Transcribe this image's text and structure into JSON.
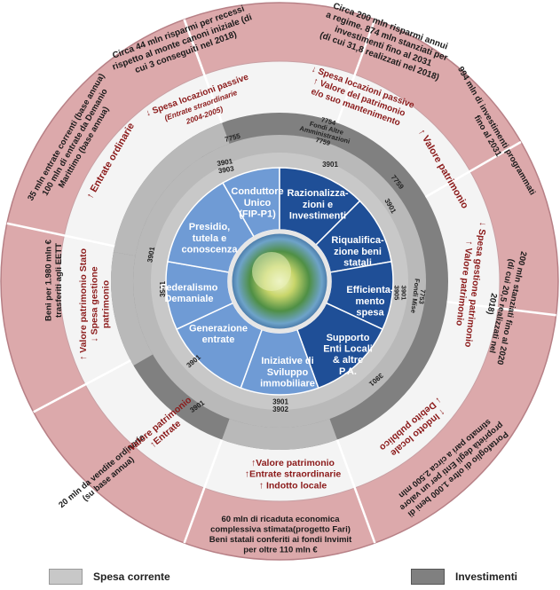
{
  "colors": {
    "outer_ring": "#dca9ab",
    "outer_ring_stroke": "#b78086",
    "white_ring": "#f4f4f4",
    "dark_ring": "#808080",
    "light_ring": "#b9b9b9",
    "light_inner_ring": "#c8c8c8",
    "blue_dark": "#1f4f97",
    "blue_light": "#6f9bd5",
    "red_text": "#8b1a1a"
  },
  "outer_texts": [
    {
      "lines": [
        "Circa 44 mln risparmi per recessi",
        "rispetto al monte canoni iniziale (di",
        "cui 3 conseguiti nel 2018)"
      ]
    },
    {
      "lines": [
        "Circa 200 mln risparmi annui",
        "a regime. 874 mln stanziati per",
        "investimenti fino al 2031",
        "(di cui 31,8 realizzati nel 2018)"
      ]
    },
    {
      "lines": [
        "994 mln di investimenti programmati",
        "fino al 2031"
      ]
    },
    {
      "lines": [
        "200 mln stanziati fino al 2020",
        "(di cui 20,5 realizzati nel",
        "2018)"
      ]
    },
    {
      "lines": [
        "Portafoglio di oltre 1.000 beni di",
        "proprietà degli Enti per un valore",
        "stimato pari a circa 2.500 mln"
      ]
    },
    {
      "lines": [
        "60 mln di ricaduta economica",
        "complessiva stimata(progetto Fari)",
        "Beni statali conferiti ai fondi Invimit",
        "per oltre 110 mln €"
      ]
    },
    {
      "lines": [
        "20 mln da vendite ordinarie",
        "(su base annua)"
      ]
    },
    {
      "lines": [
        "Beni per 1.980 mln €",
        "trasferiti agli EETT"
      ]
    },
    {
      "lines": [
        "35 mln entrate correnti (base annua)",
        "100 mln di entrate da Demanio",
        "Marittimo (base annua)"
      ]
    }
  ],
  "effect_texts": [
    {
      "lines": [
        "↓ Spesa locazioni passive",
        "(Entrate straordinarie",
        "2004-2005)"
      ]
    },
    {
      "lines": [
        "↓ Spesa locazioni passive",
        "↑ Valore del patrimonio",
        "e/o suo mantenimento"
      ]
    },
    {
      "lines": [
        "↑ Valore patrimonio"
      ]
    },
    {
      "lines": [
        "↓ Spesa gestione patrimonio",
        "↑ Valore patrimonio"
      ]
    },
    {
      "lines": [
        "↑ Indotto locale",
        "↓ Debito pubblico"
      ]
    },
    {
      "lines": [
        "↑Valore patrimonio",
        "↑Entrate straordinarie",
        "↑ Indotto locale"
      ]
    },
    {
      "lines": [
        "↓Valore patrimonio",
        "↑Entrate"
      ]
    },
    {
      "lines": [
        "↑ Valore patrimonio Stato",
        "↓ Spesa gestione",
        "patrimonio"
      ]
    },
    {
      "lines": [
        "↑ Entrate ordinarie"
      ]
    }
  ],
  "dark_codes": [
    {
      "lines": [
        "7755"
      ]
    },
    {
      "lines": [
        "7754",
        "Fondi Altre",
        "Amministrazioni",
        "7759"
      ]
    },
    {
      "lines": [
        "7759"
      ]
    },
    {
      "lines": [
        "7753",
        "Fondi Mise"
      ]
    },
    {
      "lines": [
        "3901"
      ]
    },
    {
      "lines": [
        "3901"
      ]
    }
  ],
  "light_codes": [
    {
      "lines": [
        "3901",
        "3903"
      ]
    },
    {
      "lines": [
        "3901"
      ]
    },
    {
      "lines": [
        "3901"
      ]
    },
    {
      "lines": [
        "3901",
        "3905"
      ]
    },
    {
      "lines": [
        "3901"
      ]
    },
    {
      "lines": [
        "3901",
        "3902"
      ]
    },
    {
      "lines": [
        "3901"
      ]
    },
    {
      "lines": [
        "3901"
      ]
    }
  ],
  "segments": [
    {
      "lines": [
        "Conduttore",
        "Unico",
        "(FIP-P1)"
      ]
    },
    {
      "lines": [
        "Razionalizza-",
        "zioni e",
        "Investimenti"
      ]
    },
    {
      "lines": [
        "Riqualifica-",
        "zione beni",
        "statali"
      ]
    },
    {
      "lines": [
        "Efficienta-",
        "mento",
        "spesa"
      ]
    },
    {
      "lines": [
        "Supporto",
        "Enti Locali",
        "& altre",
        "P.A."
      ]
    },
    {
      "lines": [
        "Iniziative di",
        "Sviluppo",
        "immobiliare"
      ]
    },
    {
      "lines": [
        "Generazione",
        "entrate"
      ]
    },
    {
      "lines": [
        "Federalismo",
        "Demaniale"
      ]
    },
    {
      "lines": [
        "Presidio,",
        "tutela e",
        "conoscenza"
      ]
    }
  ],
  "legend": {
    "current": "Spesa corrente",
    "invest": "Investimenti"
  }
}
